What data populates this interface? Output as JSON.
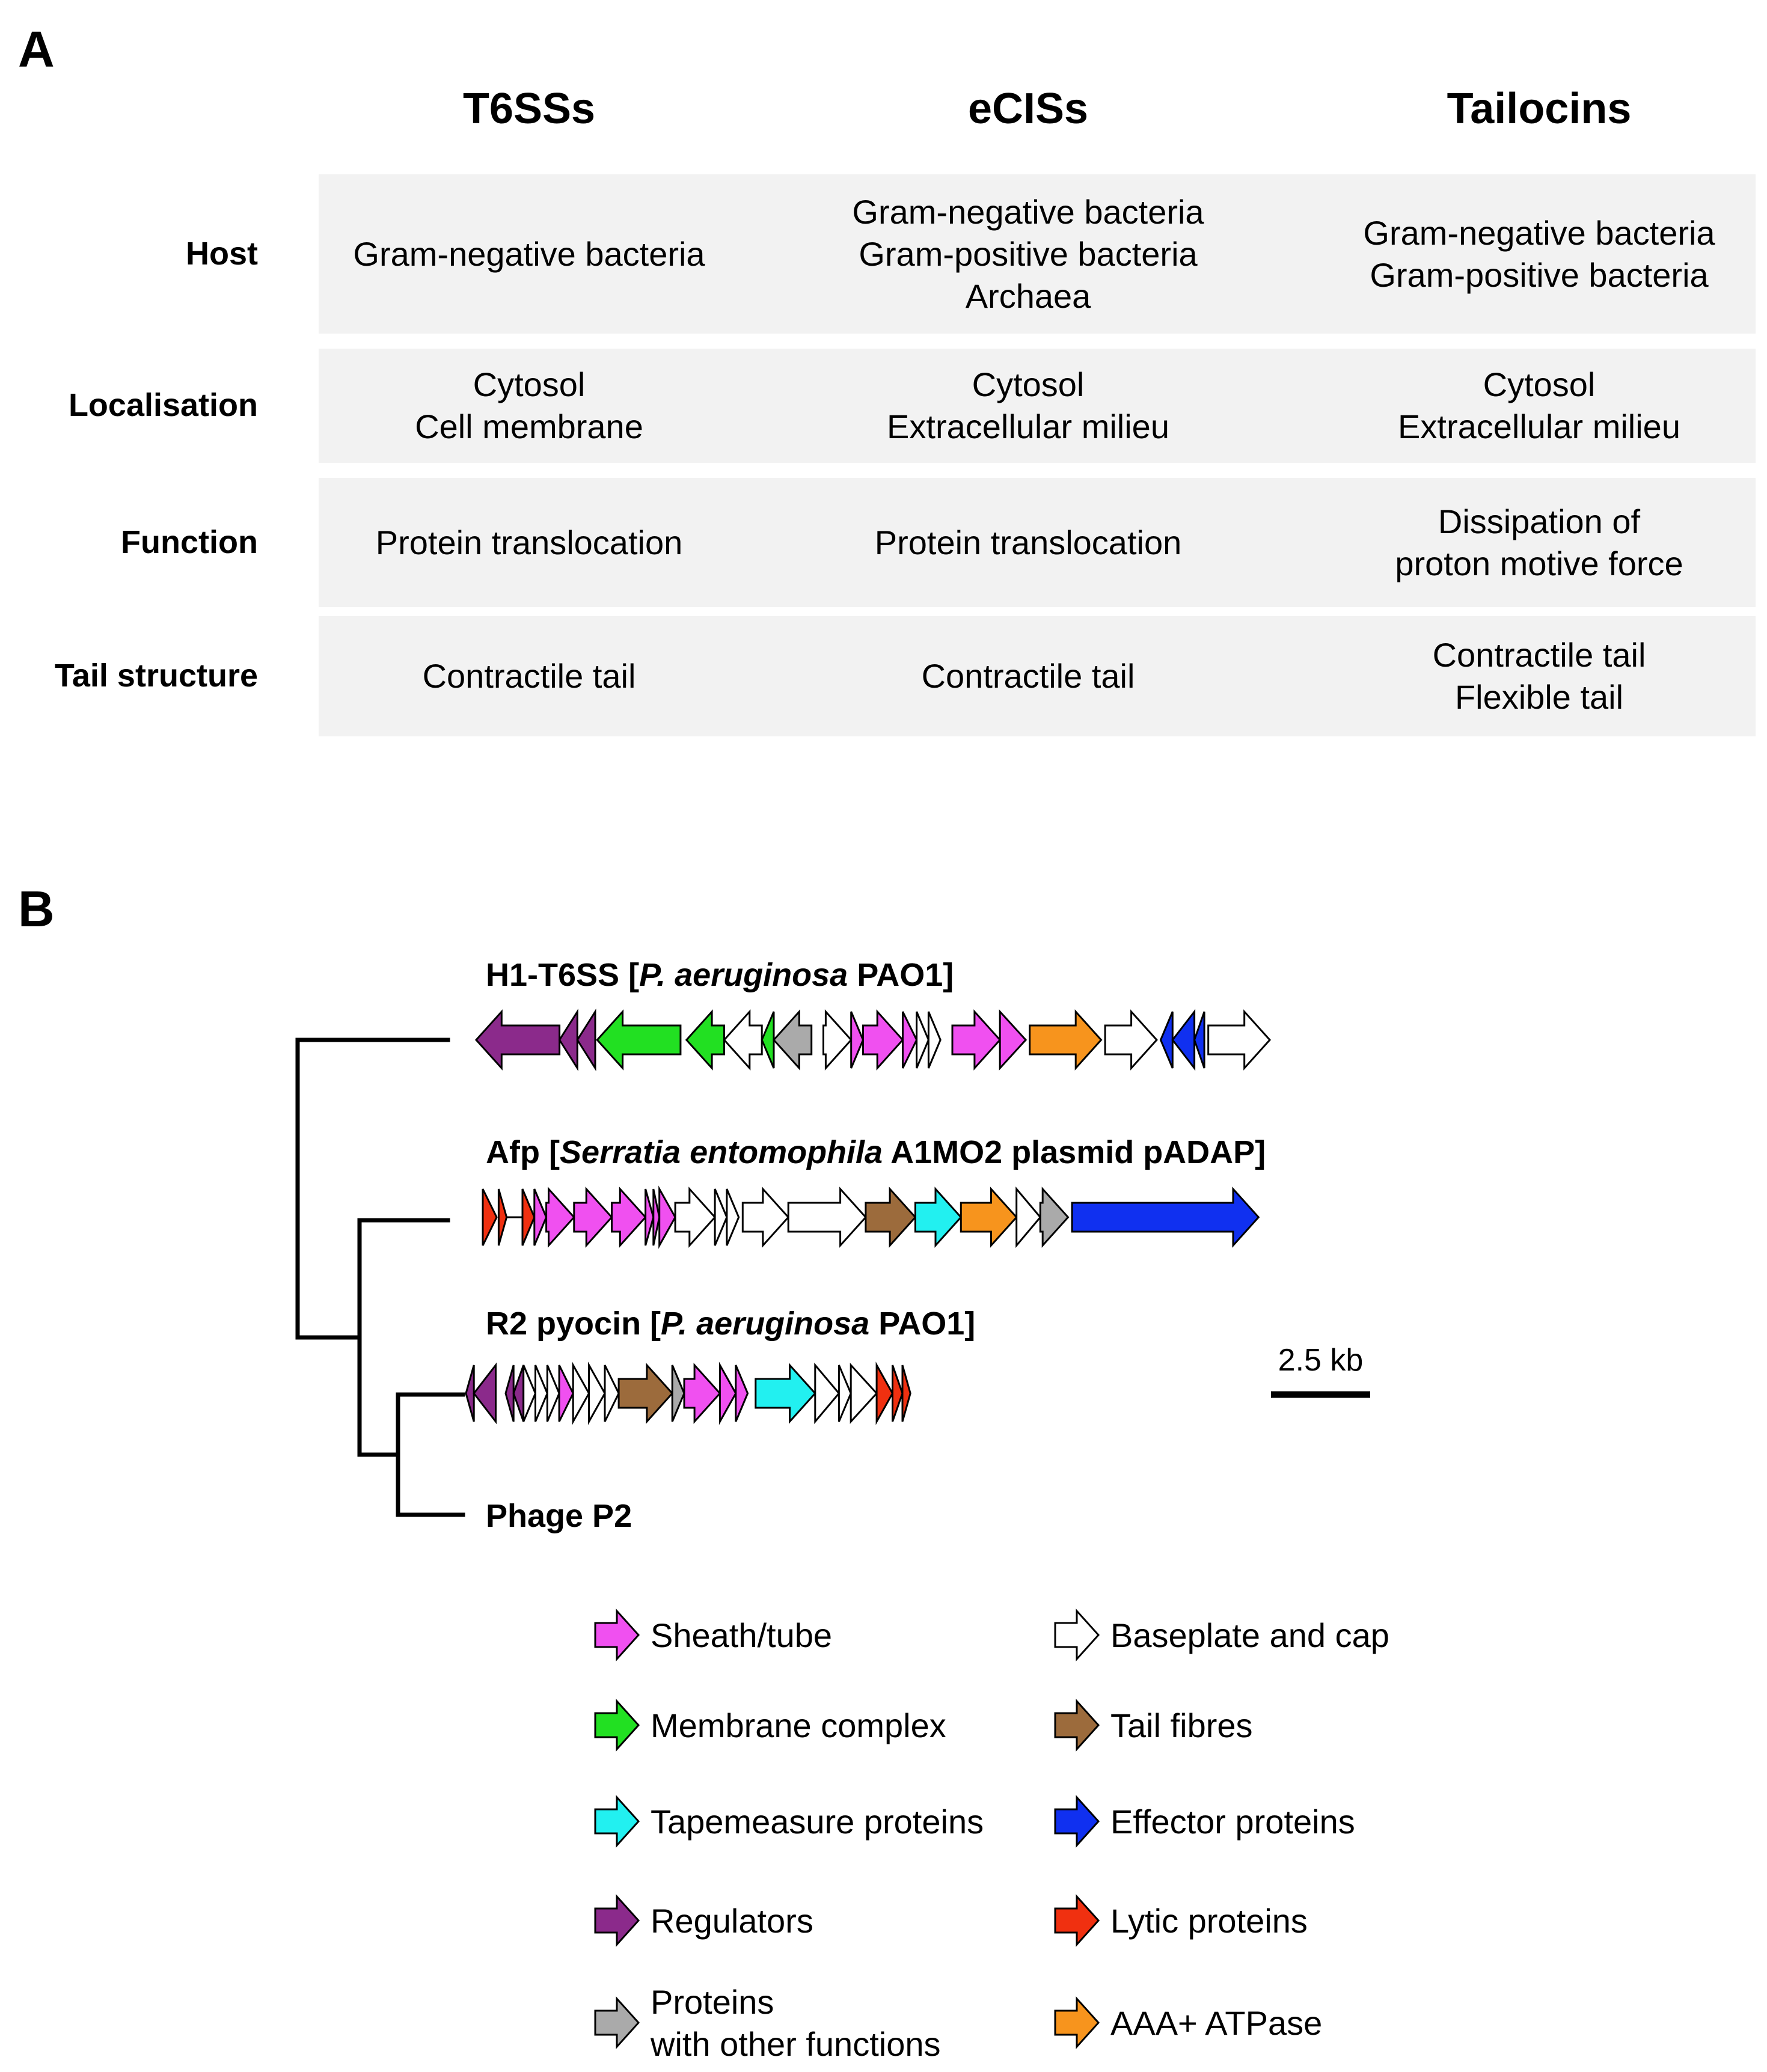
{
  "panel_a": {
    "letter": "A",
    "columns": [
      "T6SSs",
      "eCISs",
      "Tailocins"
    ],
    "rows": [
      {
        "label": "Host",
        "cells": [
          [
            "Gram-negative bacteria"
          ],
          [
            "Gram-negative bacteria",
            "Gram-positive bacteria",
            "Archaea"
          ],
          [
            "Gram-negative bacteria",
            "Gram-positive bacteria"
          ]
        ]
      },
      {
        "label": "Localisation",
        "cells": [
          [
            "Cytosol",
            "Cell membrane"
          ],
          [
            "Cytosol",
            "Extracellular milieu"
          ],
          [
            "Cytosol",
            "Extracellular milieu"
          ]
        ]
      },
      {
        "label": "Function",
        "cells": [
          [
            "Protein translocation"
          ],
          [
            "Protein translocation"
          ],
          [
            "Dissipation of",
            "proton motive force"
          ]
        ]
      },
      {
        "label": "Tail structure",
        "cells": [
          [
            "Contractile tail"
          ],
          [
            "Contractile tail"
          ],
          [
            "Contractile tail",
            "Flexible tail"
          ]
        ]
      }
    ]
  },
  "panel_b": {
    "letter": "B",
    "colors": {
      "sheath": "#f050f0",
      "membrane": "#22e022",
      "tape": "#22f0f0",
      "regulator": "#8b2a8b",
      "other": "#aaaaaa",
      "baseplate": "#ffffff",
      "fibre": "#9c6b3c",
      "effector": "#1030f0",
      "lytic": "#f03010",
      "atpase": "#f7941d"
    },
    "loci": [
      {
        "label_parts": [
          {
            "text": "H1-T6SS [",
            "italic": false
          },
          {
            "text": "P. aeruginosa",
            "italic": true
          },
          {
            "text": " PAO1]",
            "italic": false
          }
        ],
        "genes": [
          [
            "regulator",
            "L",
            2.1
          ],
          [
            "regulator",
            "L",
            0.45
          ],
          [
            "regulator",
            "L",
            0.45
          ],
          [
            "gap",
            "",
            0.05
          ],
          [
            "membrane",
            "L",
            2.1
          ],
          [
            "gap",
            "",
            0.15
          ],
          [
            "membrane",
            "L",
            0.95
          ],
          [
            "baseplate",
            "L",
            0.95
          ],
          [
            "membrane",
            "L",
            0.3
          ],
          [
            "other",
            "L",
            0.95
          ],
          [
            "gap",
            "",
            0.3
          ],
          [
            "baseplate",
            "R",
            0.7
          ],
          [
            "sheath",
            "R",
            0.3
          ],
          [
            "sheath",
            "R",
            1.0
          ],
          [
            "sheath",
            "R",
            0.35
          ],
          [
            "baseplate",
            "R",
            0.3
          ],
          [
            "baseplate",
            "R",
            0.3
          ],
          [
            "gap",
            "",
            0.3
          ],
          [
            "sheath",
            "R",
            1.2
          ],
          [
            "sheath",
            "R",
            0.65
          ],
          [
            "gap",
            "",
            0.1
          ],
          [
            "atpase",
            "R",
            1.8
          ],
          [
            "gap",
            "",
            0.1
          ],
          [
            "baseplate",
            "R",
            1.3
          ],
          [
            "gap",
            "",
            0.1
          ],
          [
            "effector",
            "L",
            0.3
          ],
          [
            "effector",
            "L",
            0.55
          ],
          [
            "effector",
            "L",
            0.25
          ],
          [
            "gap",
            "",
            0.1
          ],
          [
            "baseplate",
            "R",
            1.55
          ]
        ]
      },
      {
        "label_parts": [
          {
            "text": "Afp [",
            "italic": false
          },
          {
            "text": "Serratia entomophila",
            "italic": true
          },
          {
            "text": " A1MO2 plasmid pADAP]",
            "italic": false
          }
        ],
        "genes": [
          [
            "lytic",
            "R",
            0.35
          ],
          [
            "gap",
            "",
            0.05
          ],
          [
            "lytic",
            "R",
            0.2
          ],
          [
            "line",
            "",
            0.4
          ],
          [
            "lytic",
            "R",
            0.3
          ],
          [
            "sheath",
            "R",
            0.3
          ],
          [
            "sheath",
            "R",
            0.7
          ],
          [
            "sheath",
            "R",
            0.95
          ],
          [
            "sheath",
            "R",
            0.85
          ],
          [
            "sheath",
            "R",
            0.2
          ],
          [
            "sheath",
            "R",
            0.15
          ],
          [
            "sheath",
            "R",
            0.4
          ],
          [
            "baseplate",
            "R",
            1.0
          ],
          [
            "baseplate",
            "R",
            0.3
          ],
          [
            "baseplate",
            "R",
            0.3
          ],
          [
            "gap",
            "",
            0.1
          ],
          [
            "baseplate",
            "R",
            1.15
          ],
          [
            "baseplate",
            "R",
            1.95
          ],
          [
            "fibre",
            "R",
            1.25
          ],
          [
            "tape",
            "R",
            1.15
          ],
          [
            "atpase",
            "R",
            1.4
          ],
          [
            "baseplate",
            "R",
            0.6
          ],
          [
            "other",
            "R",
            0.7
          ],
          [
            "gap",
            "",
            0.1
          ],
          [
            "effector",
            "R",
            4.7
          ]
        ]
      },
      {
        "label_parts": [
          {
            "text": "R2 pyocin [",
            "italic": false
          },
          {
            "text": "P. aeruginosa",
            "italic": true
          },
          {
            "text": " PAO1]",
            "italic": false
          }
        ],
        "genes": [
          [
            "regulator",
            "L",
            0.2
          ],
          [
            "regulator",
            "L",
            0.55
          ],
          [
            "gap",
            "",
            0.25
          ],
          [
            "regulator",
            "L",
            0.2
          ],
          [
            "regulator",
            "L",
            0.25
          ],
          [
            "baseplate",
            "R",
            0.3
          ],
          [
            "baseplate",
            "R",
            0.3
          ],
          [
            "baseplate",
            "R",
            0.3
          ],
          [
            "sheath",
            "R",
            0.35
          ],
          [
            "baseplate",
            "R",
            0.4
          ],
          [
            "baseplate",
            "R",
            0.4
          ],
          [
            "baseplate",
            "R",
            0.35
          ],
          [
            "fibre",
            "R",
            1.35
          ],
          [
            "other",
            "R",
            0.3
          ],
          [
            "sheath",
            "R",
            0.9
          ],
          [
            "sheath",
            "R",
            0.4
          ],
          [
            "sheath",
            "R",
            0.3
          ],
          [
            "gap",
            "",
            0.2
          ],
          [
            "tape",
            "R",
            1.5
          ],
          [
            "baseplate",
            "R",
            0.6
          ],
          [
            "baseplate",
            "R",
            0.3
          ],
          [
            "baseplate",
            "R",
            0.65
          ],
          [
            "lytic",
            "R",
            0.4
          ],
          [
            "lytic",
            "R",
            0.25
          ],
          [
            "lytic",
            "R",
            0.2
          ]
        ]
      },
      {
        "label_parts": [
          {
            "text": "Phage P2",
            "italic": false
          }
        ],
        "genes": []
      }
    ],
    "scale_bar_label": "2.5 kb",
    "legend": [
      {
        "key": "sheath",
        "label": [
          "Sheath/tube"
        ]
      },
      {
        "key": "baseplate",
        "label": [
          "Baseplate and cap"
        ]
      },
      {
        "key": "membrane",
        "label": [
          "Membrane complex"
        ]
      },
      {
        "key": "fibre",
        "label": [
          "Tail fibres"
        ]
      },
      {
        "key": "tape",
        "label": [
          "Tapemeasure proteins"
        ]
      },
      {
        "key": "effector",
        "label": [
          "Effector proteins"
        ]
      },
      {
        "key": "regulator",
        "label": [
          "Regulators"
        ]
      },
      {
        "key": "lytic",
        "label": [
          "Lytic proteins"
        ]
      },
      {
        "key": "other",
        "label": [
          "Proteins",
          "with other functions"
        ]
      },
      {
        "key": "atpase",
        "label": [
          "AAA+ ATPase"
        ]
      }
    ]
  }
}
